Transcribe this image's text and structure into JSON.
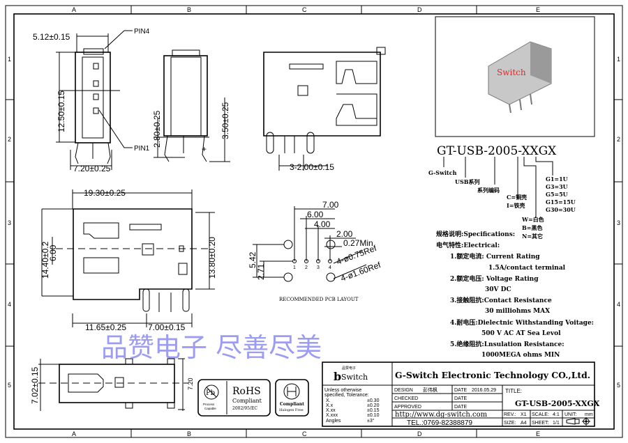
{
  "grid": {
    "columns": [
      "A",
      "B",
      "C",
      "D",
      "E"
    ],
    "rows": [
      "1",
      "2",
      "3",
      "4",
      "5"
    ]
  },
  "watermark": "品赞电子  尽善尽美",
  "photo": {
    "logo": "Switch"
  },
  "top_view": {
    "dim_width_top": "5.12±0.15",
    "dim_height": "12.50±0.15",
    "dim_width_bottom": "7.20±0.25",
    "pin4": "PIN4",
    "pin1": "PIN1"
  },
  "side_view": {
    "dim_left": "2.80±0.25",
    "dim_right": "3.50±0.25",
    "plus": "+"
  },
  "rear_view": {
    "dim_pitch": "3-2.00±0.15"
  },
  "front_view": {
    "dim_length": "19.30±0.25",
    "dim_height_left": "14.40±0.2",
    "dim_center": "6.00",
    "dim_height_right": "13.80±0.20",
    "dim_bottom_left": "11.65±0.25",
    "dim_bottom_right": "7.00±0.15"
  },
  "bottom_view": {
    "dim_left": "7.02±0.15",
    "dim_right": "7.20"
  },
  "pcb_layout": {
    "dims": [
      "7.00",
      "6.00",
      "4.00",
      "2.00",
      "0.27Min"
    ],
    "vdims": [
      "5.42",
      "2.71"
    ],
    "hole_small": "4-ø0.75Ref",
    "hole_large": "4-ø1.60Ref",
    "pins": [
      "1",
      "2",
      "3",
      "4"
    ],
    "caption": "RECOMMENDED PCB LAYOUT"
  },
  "part_number": {
    "code": "GT-USB-2005-XXGX",
    "brand": "G-Switch",
    "series": "USB系列",
    "series_code": "系列编码",
    "plating": [
      "C=铜壳",
      "I=铁壳"
    ],
    "color": [
      "W=白色",
      "B=黑色",
      "N=其它"
    ],
    "gold": [
      "G1=1U",
      "G3=3U",
      "G5=5U",
      "G15=15U",
      "G30=30U"
    ]
  },
  "specs": {
    "heading": "规格说明:Specifications:",
    "electrical": "电气特性:Electrical:",
    "items": [
      {
        "label": "1.额定电流: Current Rating",
        "value": "1.5A/contact terminal"
      },
      {
        "label": "2.额定电压: Voltage Rating",
        "value": "30V DC"
      },
      {
        "label": "3.接触阻抗:Contact Resistance",
        "value": "30 milliohms MAX"
      },
      {
        "label": "4.耐电压:Dielectnic Withstanding Voitage:",
        "value": "500 V AC AT Sea Levol"
      },
      {
        "label": "5.绝缘阻抗:Lnsulation Resistance:",
        "value": "1000MEGA ohms MIN"
      }
    ]
  },
  "badges": {
    "pb_text": "Pb",
    "pb_caption": [
      "Process",
      "Capable"
    ],
    "rohs": "RoHS",
    "rohs_compliant": "Compliant",
    "rohs_directive": "2002/95/EC",
    "halogen_compliant": "Compliant",
    "halogen_free": "Halogen Free"
  },
  "title_block": {
    "logo": "Switch",
    "logo_top": "品赞电子",
    "company": "G-Switch Electronic Technology CO.,Ltd.",
    "tolerance_heading": [
      "Unless otherwise",
      "specified, Tolerance:"
    ],
    "tolerances": [
      {
        "k": "X.",
        "v": "±0.30"
      },
      {
        "k": "X.x",
        "v": "±0.20"
      },
      {
        "k": "X.xx",
        "v": "±0.15"
      },
      {
        "k": "X.xxx",
        "v": "±0.10"
      },
      {
        "k": "Angles",
        "v": "±3°"
      }
    ],
    "design_label": "DESIGN",
    "designer": "彭伟枫",
    "date_label": "DATE",
    "date": "2016.05.29",
    "checked_label": "CHECKED",
    "approved_label": "APPROVED",
    "website": "http://www.dg-switch.com",
    "tel": "TEL.:0769-82388879",
    "title_label": "TITLE:",
    "title": "GT-USB-2005-XXGX",
    "rev_label": "REV.:",
    "rev": "X1",
    "scale_label": "SCALE:",
    "scale": "4:1",
    "unit_label": "UNIT:",
    "unit": "mm",
    "size_label": "SIZE:",
    "size": "A4",
    "sheet_label": "SHEET:",
    "sheet": "1/1"
  }
}
